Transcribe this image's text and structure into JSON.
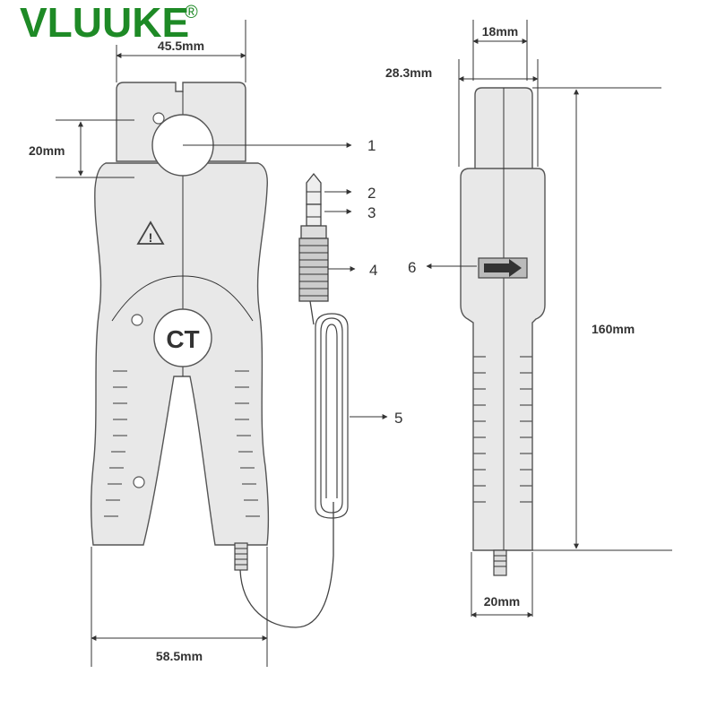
{
  "brand": {
    "name": "VLUUKE",
    "registered": "®"
  },
  "dimensions": {
    "jaw_width": "45.5mm",
    "jaw_opening": "20mm",
    "body_width": "58.5mm",
    "side_top_width": "18mm",
    "side_depth": "28.3mm",
    "length": "160mm",
    "side_bottom_width": "20mm"
  },
  "labels": {
    "ct": "CT",
    "warning_symbol": "!"
  },
  "callouts": [
    "1",
    "2",
    "3",
    "4",
    "5",
    "6"
  ]
}
